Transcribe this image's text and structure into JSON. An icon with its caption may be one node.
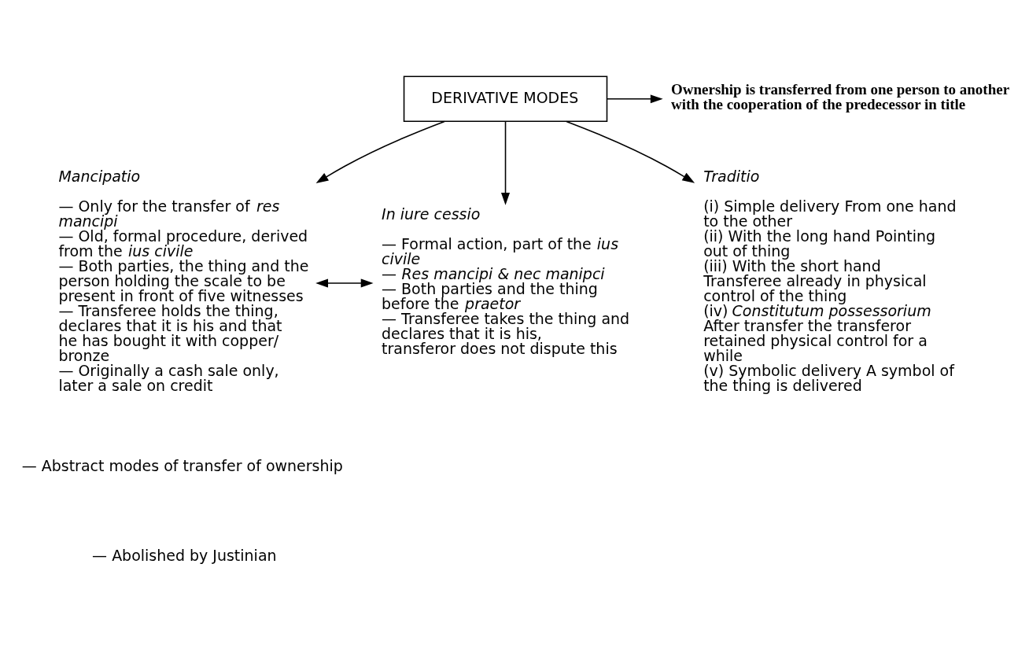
{
  "diagram": {
    "nodes": [
      {
        "text": [
          "DERIVATIVE MODES"
        ]
      },
      {
        "text": [
          "Ownership is transferred from one person to another with the cooperation of the predecessor in title"
        ]
      },
      {
        "text": [
          "Mancipatio",
          "— Only for the transfer of *res mancipi*",
          "— Old, formal procedure, derived from the *ius civile*",
          "— Both parties, the thing and the person holding the scale to be present in front of five witnesses",
          "— Transferee holds the thing, declares that it is his and that he has bought it with copper/ bronze",
          "— Originally a cash sale only, later a sale on credit"
        ]
      },
      {
        "text": [
          "In iure cessio",
          "— Formal action, part of the *ius civile*",
          "— *Res mancipi & nec manipci*",
          "— Both parties and the thing before the *praetor*",
          "— Transferee takes the thing and declares that it is his, transferor does not dispute this"
        ]
      },
      {
        "text": [
          "Traditio",
          "(i) Simple delivery From one hand to the other",
          "(ii) With the long hand Pointing out of thing",
          "(iii) With the short hand Transferee already in physical control of the thing",
          "(iv) *Constitutum possessorium* After transfer the transferor retained physical control for a while",
          "(v) Symbolic delivery A symbol of the thing is delivered"
        ]
      }
    ],
    "edges": [
      {
        "from": 0,
        "to": 1,
        "arrow": "to"
      },
      {
        "from": 0,
        "to": 2,
        "arrow": "to"
      },
      {
        "from": 0,
        "to": 3,
        "arrow": "to"
      },
      {
        "from": 0,
        "to": 4,
        "arrow": "to"
      },
      {
        "from": 3,
        "to": 2,
        "arrow": "both"
      }
    ],
    "labels": [
      "— Abstract modes of transfer of ownership",
      "— Abolished by Justinian"
    ]
  }
}
